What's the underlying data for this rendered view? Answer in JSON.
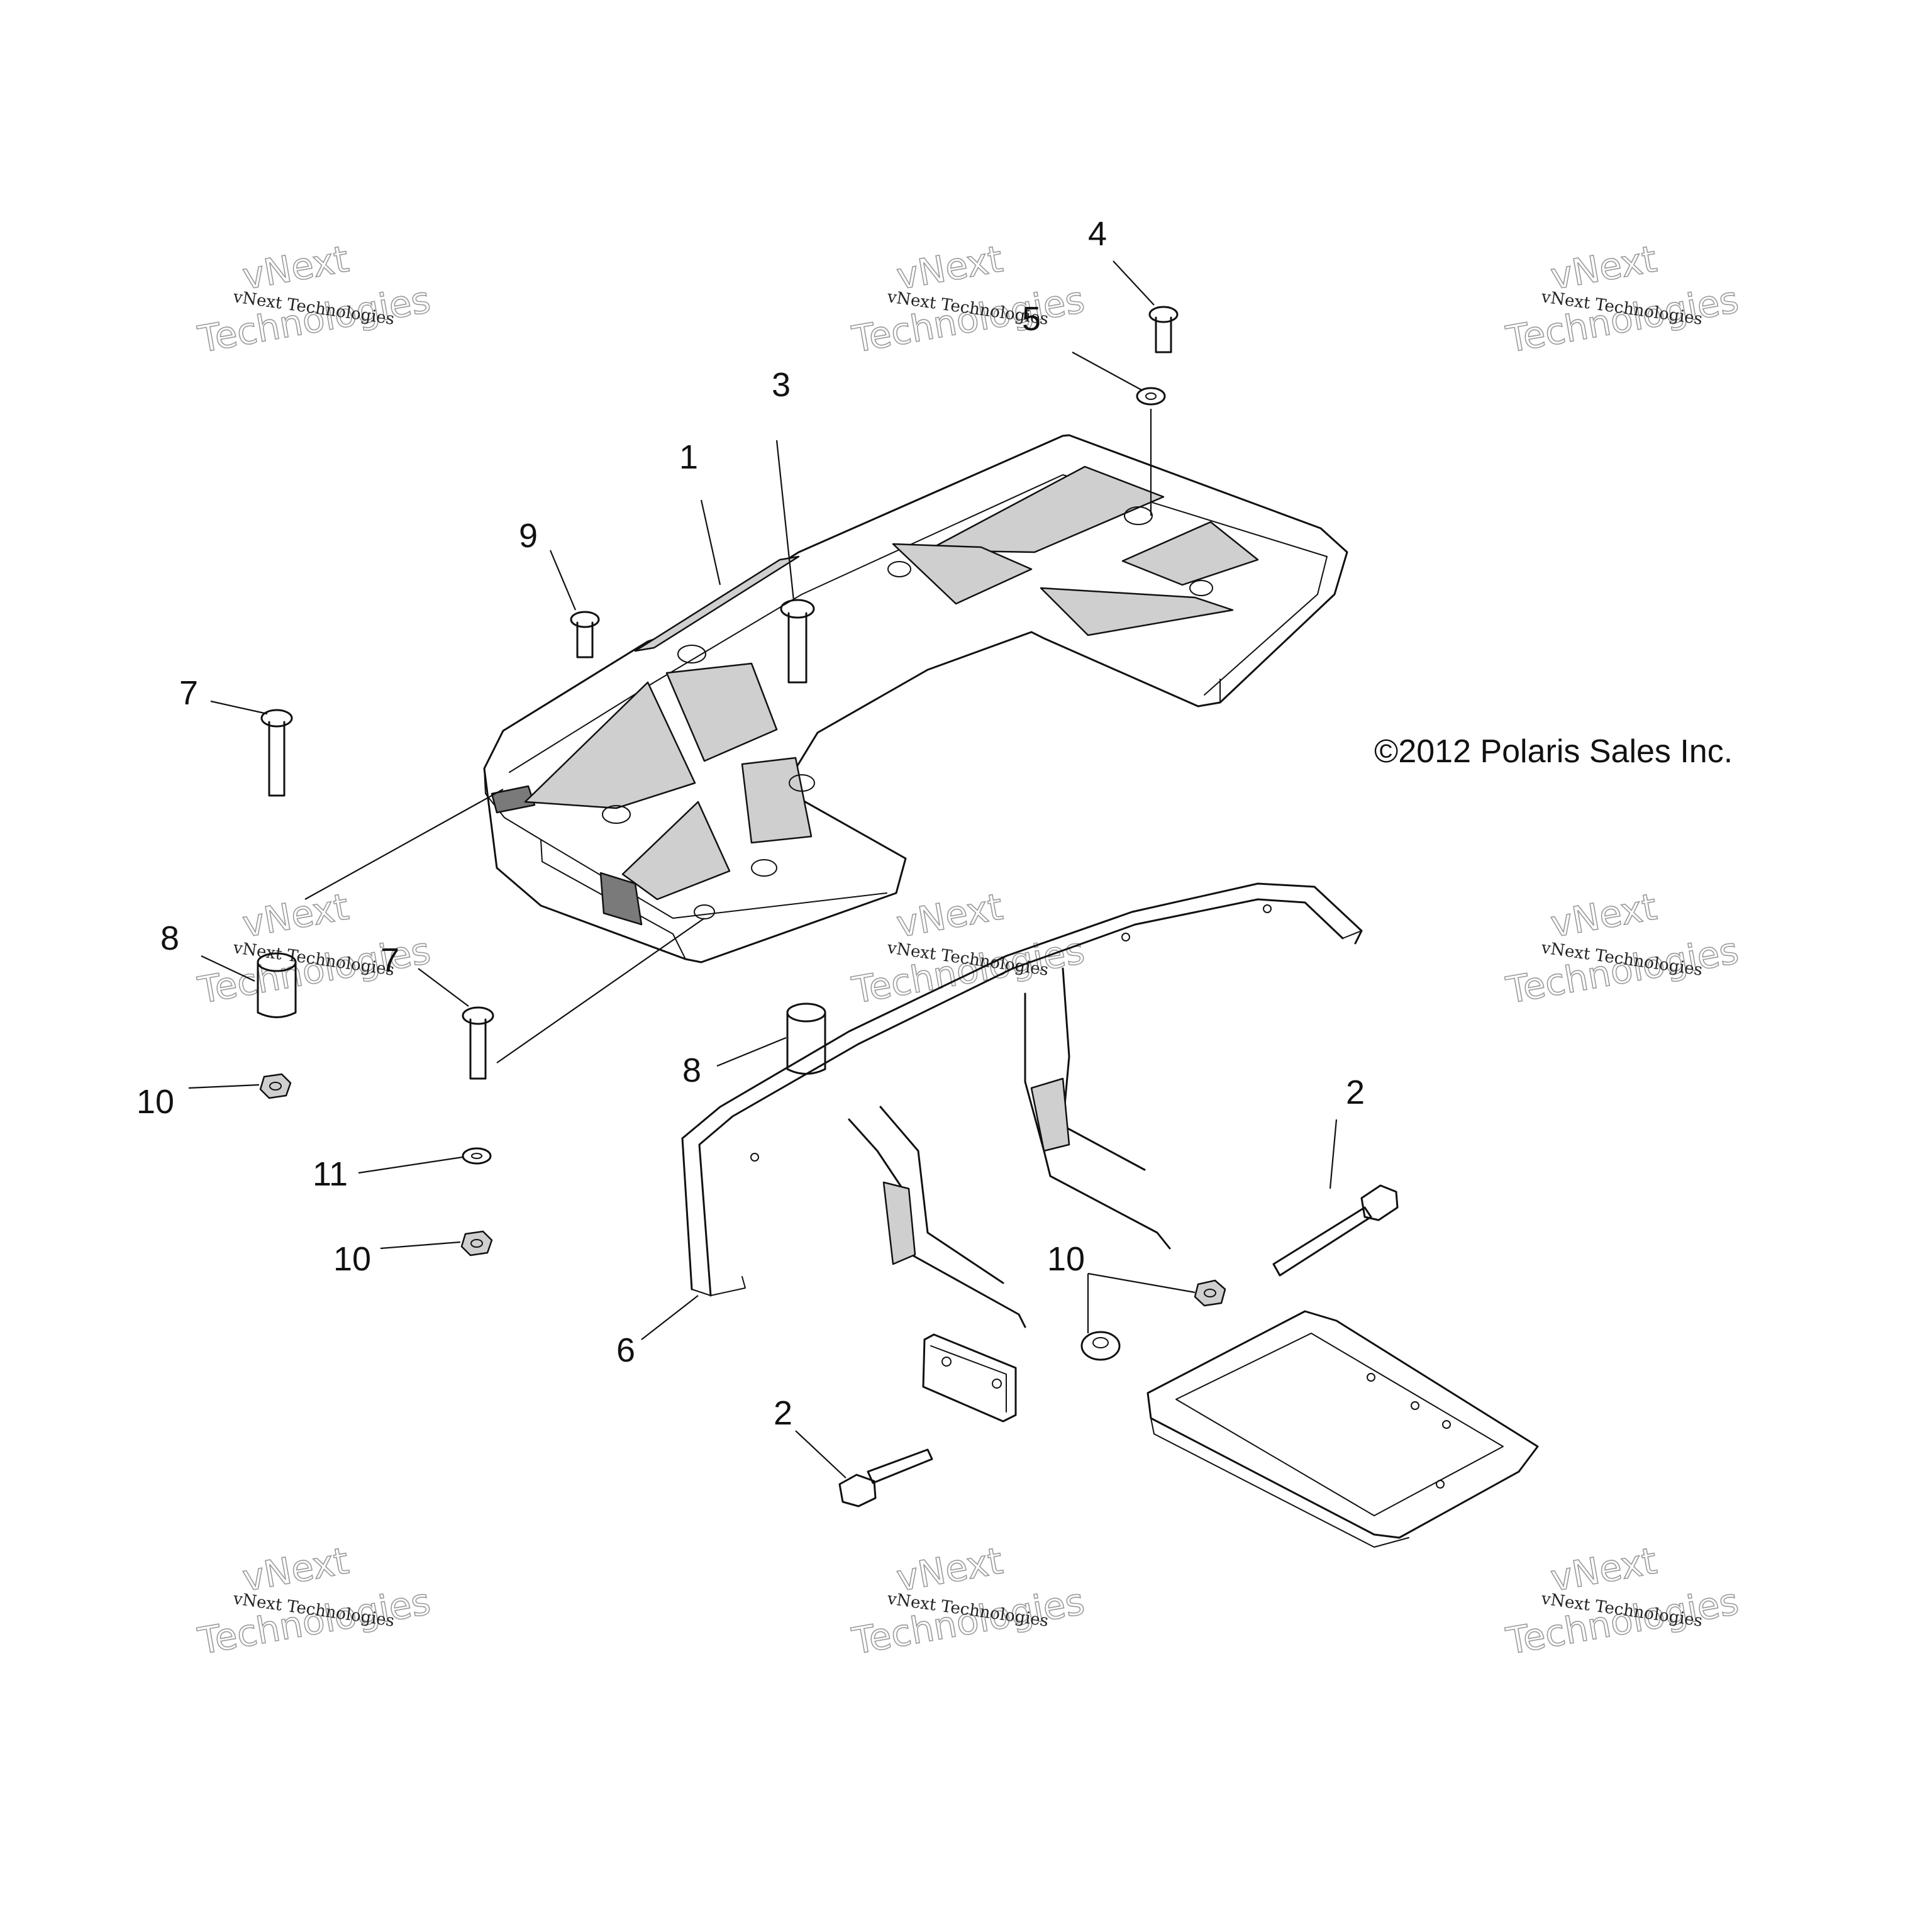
{
  "copyright": "©2012 Polaris Sales Inc.",
  "watermark": {
    "line1": "vNext Technologies",
    "line2": "vNext",
    "line3": "Technologies"
  },
  "callouts": [
    "1",
    "2",
    "2",
    "3",
    "4",
    "5",
    "6",
    "7",
    "7",
    "8",
    "8",
    "9",
    "10",
    "10",
    "10",
    "11"
  ]
}
